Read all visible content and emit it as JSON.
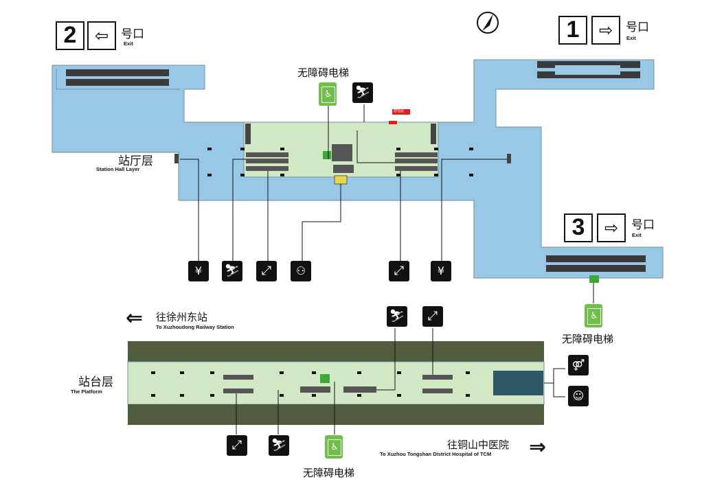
{
  "exits": [
    {
      "number": "2",
      "label_cn": "号口",
      "label_en": "Exit"
    },
    {
      "number": "1",
      "label_cn": "号口",
      "label_en": "Exit"
    },
    {
      "number": "3",
      "label_cn": "号口",
      "label_en": "Exit"
    }
  ],
  "hall": {
    "label_cn": "站厅层",
    "label_en": "Station Hall Layer",
    "accessible_elevator": "无障碍电梯",
    "you_are_here": "您在此"
  },
  "exit3_elevator": "无障碍电梯",
  "platform": {
    "label_cn": "站台层",
    "label_en": "The Platform",
    "accessible_elevator": "无障碍电梯",
    "direction_west_cn": "往徐州东站",
    "direction_west_en": "To Xuzhoudong Railway Station",
    "direction_east_cn": "往铜山中医院",
    "direction_east_en": "To Xuzhou Tongshan District Hospital of TCM"
  },
  "colors": {
    "concourse_blue": "#98c8e6",
    "paid_area_green": "#d2e8c5",
    "track": "#515c3c",
    "accent_green": "#6fbf4a",
    "marker_red": "#e0201c"
  }
}
